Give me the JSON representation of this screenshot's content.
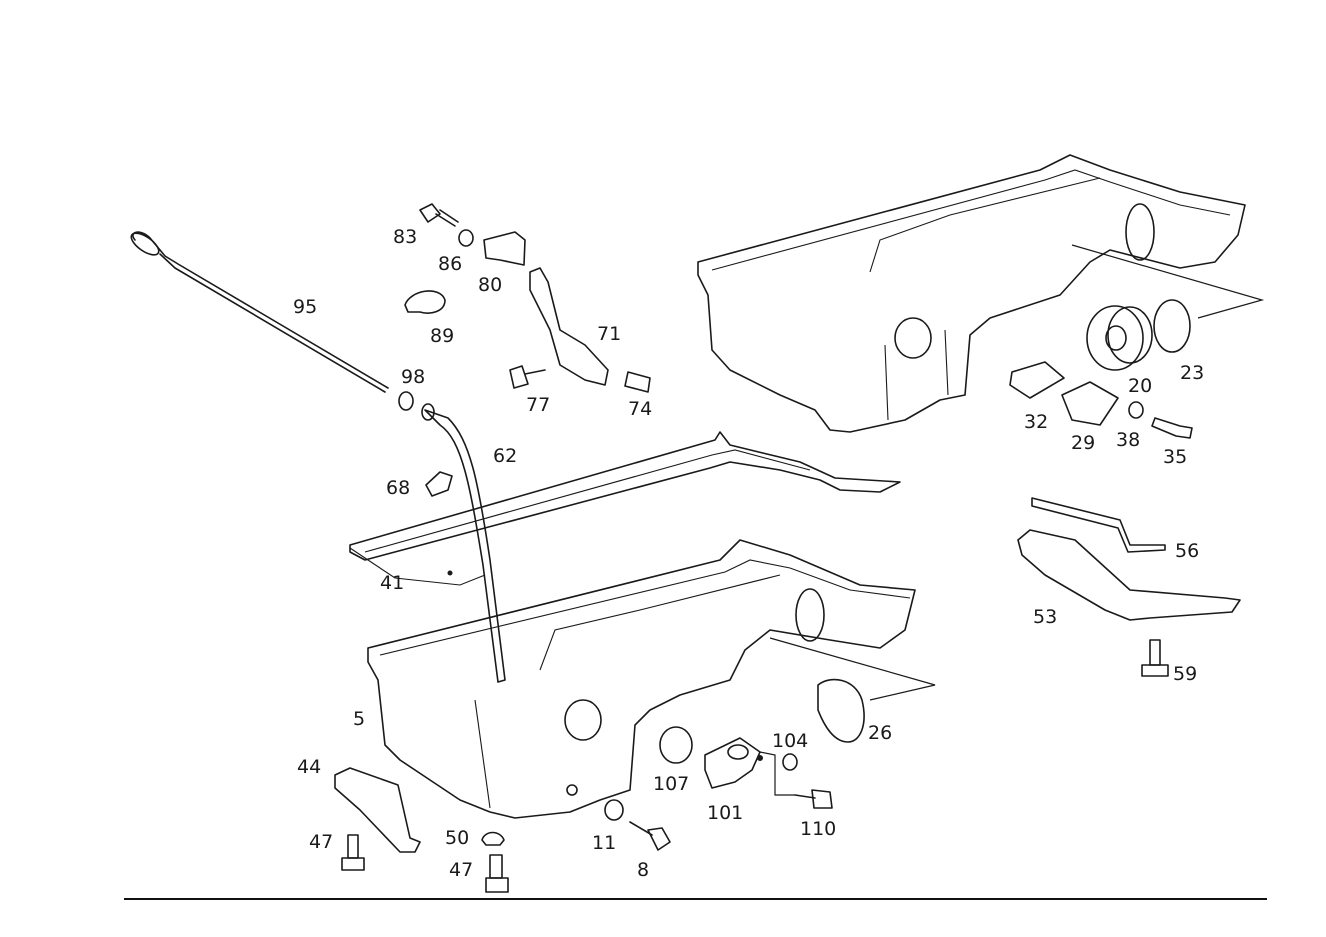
{
  "labels": {
    "p5": "5",
    "p8": "8",
    "p11": "11",
    "p20": "20",
    "p23": "23",
    "p26": "26",
    "p29": "29",
    "p32": "32",
    "p35": "35",
    "p38": "38",
    "p41": "41",
    "p44": "44",
    "p47a": "47",
    "p47b": "47",
    "p50": "50",
    "p53": "53",
    "p56": "56",
    "p59": "59",
    "p62": "62",
    "p68": "68",
    "p71": "71",
    "p74": "74",
    "p77": "77",
    "p80": "80",
    "p83": "83",
    "p86": "86",
    "p89": "89",
    "p95": "95",
    "p98": "98",
    "p101": "101",
    "p104": "104",
    "p107": "107",
    "p110": "110"
  }
}
